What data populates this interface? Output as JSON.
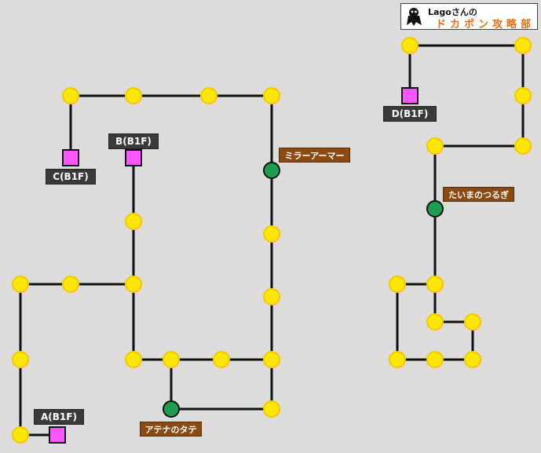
{
  "logo": {
    "line1": "Lagoさんの",
    "line2": "ドカポン攻略部",
    "icon": "mascot-silhouette-icon"
  },
  "colors": {
    "background": "#dcdcdc",
    "path": "#111111",
    "space_yellow": "#ffe600",
    "space_yellow_border": "#f7c600",
    "space_green": "#1aa050",
    "space_pink": "#ff55ff",
    "label_gray": "#3a3a3a",
    "label_brown": "#8b4a12",
    "logo_orange": "#ee6a10"
  },
  "labels": {
    "stairs_a": "A(B1F)",
    "stairs_b": "B(B1F)",
    "stairs_c": "C(B1F)",
    "stairs_d": "D(B1F)",
    "item_mirror_armor": "ミラーアーマー",
    "item_athena_shield": "アテナのタテ",
    "item_taima_tsurugi": "たいまのつるぎ"
  }
}
